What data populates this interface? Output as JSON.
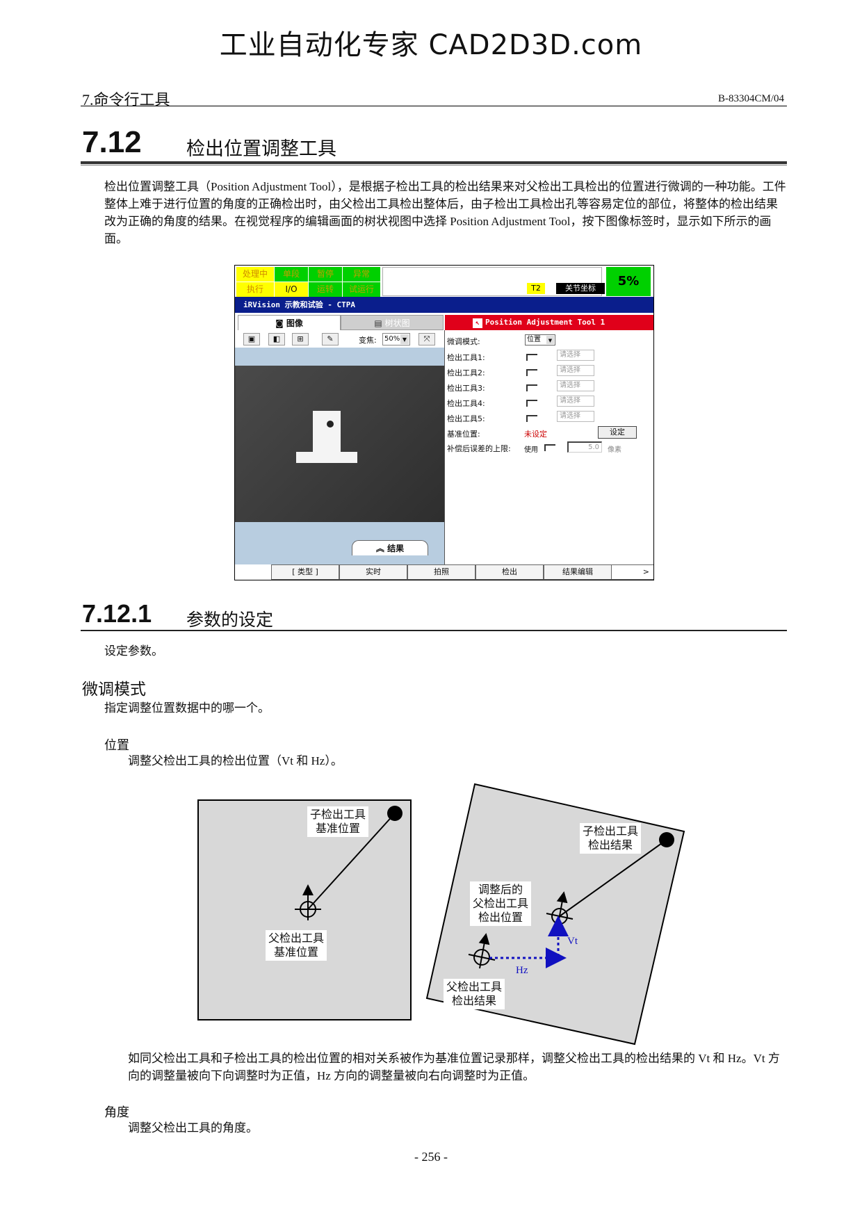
{
  "watermark": "工业自动化专家 CAD2D3D.com",
  "header": {
    "chapter": "7.命令行工具",
    "doc_id": "B-83304CM/04"
  },
  "section": {
    "number": "7.12",
    "title": "检出位置调整工具"
  },
  "intro": "检出位置调整工具（Position Adjustment Tool），是根据子检出工具的检出结果来对父检出工具检出的位置进行微调的一种功能。工件整体上难于进行位置的角度的正确检出时，由父检出工具检出整体后，由子检出工具检出孔等容易定位的部位，将整体的检出结果改为正确的角度的结果。在视觉程序的编辑画面的树状视图中选择 Position Adjustment Tool，按下图像标签时，显示如下所示的画面。",
  "ui": {
    "status": {
      "row1": [
        "处理中",
        "单段",
        "暂停",
        "异常"
      ],
      "row2": [
        "执行",
        "I/O",
        "运转",
        "试运行"
      ],
      "tp": "T2",
      "coord": "关节坐标",
      "override": "5%"
    },
    "title_bar": "iRVision 示教和试验 - CTPA",
    "tabs": {
      "image": "图像",
      "tree": "树状图"
    },
    "zoom_label": "变焦:",
    "zoom_value": "50%",
    "panel_title": "Position Adjustment Tool 1",
    "params": {
      "mode_label": "微调模式:",
      "mode_value": "位置",
      "tools": [
        "检出工具1:",
        "检出工具2:",
        "检出工具3:",
        "检出工具4:",
        "检出工具5:"
      ],
      "select_placeholder": "请选择",
      "ref_label": "基准位置:",
      "ref_value": "未设定",
      "set_button": "设定",
      "limit_label": "补偿后误差的上限:",
      "use_label": "使用",
      "limit_value": "5.0",
      "limit_unit": "像素"
    },
    "result_tab": "结果",
    "function_keys": [
      "[ 类型 ]",
      "实时",
      "拍照",
      "检出",
      "结果编辑"
    ],
    "next_key": ">"
  },
  "subsection": {
    "number": "7.12.1",
    "title": "参数的设定"
  },
  "set_params": "设定参数。",
  "fine_mode": {
    "heading": "微调模式",
    "text": "指定调整位置数据中的哪一个。"
  },
  "position": {
    "heading": "位置",
    "text": "调整父检出工具的检出位置（Vt 和 Hz）。"
  },
  "diagram": {
    "left": {
      "child": [
        "子检出工具",
        "基准位置"
      ],
      "parent": [
        "父检出工具",
        "基准位置"
      ]
    },
    "right": {
      "child": [
        "子检出工具",
        "检出结果"
      ],
      "adjusted": [
        "调整后的",
        "父检出工具",
        "检出位置"
      ],
      "parent": [
        "父检出工具",
        "检出结果"
      ],
      "vt": "Vt",
      "hz": "Hz"
    }
  },
  "after_diagram": "如同父检出工具和子检出工具的检出位置的相对关系被作为基准位置记录那样，调整父检出工具的检出结果的 Vt 和 Hz。Vt 方向的调整量被向下向调整时为正值，Hz 方向的调整量被向右向调整时为正值。",
  "angle": {
    "heading": "角度",
    "text": "调整父检出工具的角度。"
  },
  "page_number": "- 256 -",
  "colors": {
    "status_yellow": "#ffff00",
    "status_green": "#00d000",
    "title_blue": "#0a1e8c",
    "panel_red": "#e0001a",
    "diagram_grey": "#d8d8d8",
    "arrow_blue": "#1010c0"
  }
}
